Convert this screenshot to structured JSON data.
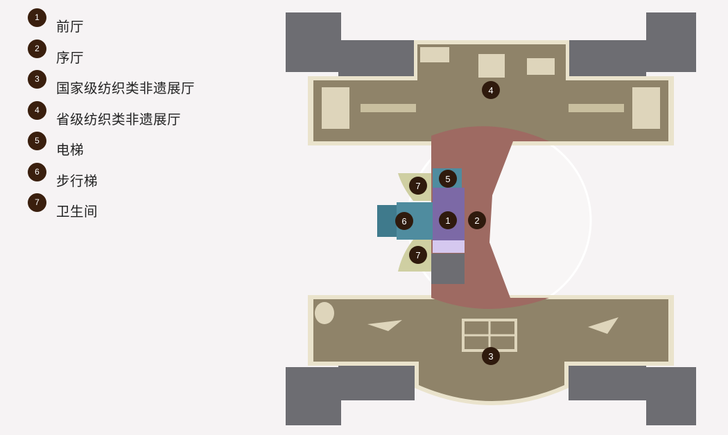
{
  "legend": [
    {
      "num": "1",
      "label": "前厅"
    },
    {
      "num": "2",
      "label": "序厅"
    },
    {
      "num": "3",
      "label": "国家级纺织类非遗展厅"
    },
    {
      "num": "4",
      "label": "省级纺织类非遗展厅"
    },
    {
      "num": "5",
      "label": "电梯"
    },
    {
      "num": "6",
      "label": "步行梯"
    },
    {
      "num": "7",
      "label": "卫生间"
    }
  ],
  "plan_markers": {
    "front_hall": "1",
    "prelude_hall": "2",
    "national_hall": "3",
    "provincial_hall": "4",
    "elevator": "5",
    "stairs": "6",
    "restroom_upper": "7",
    "restroom_lower": "7"
  },
  "colors": {
    "marker": "#2f1a0d",
    "gallery_floor": "#8f8369",
    "rotunda_floor": "#9e6a62",
    "front_hall": "#7c69a6",
    "elevator_stairs": "#4f8c9f",
    "restroom": "#cfcfa2",
    "stair_towers": "#6d6d72"
  }
}
